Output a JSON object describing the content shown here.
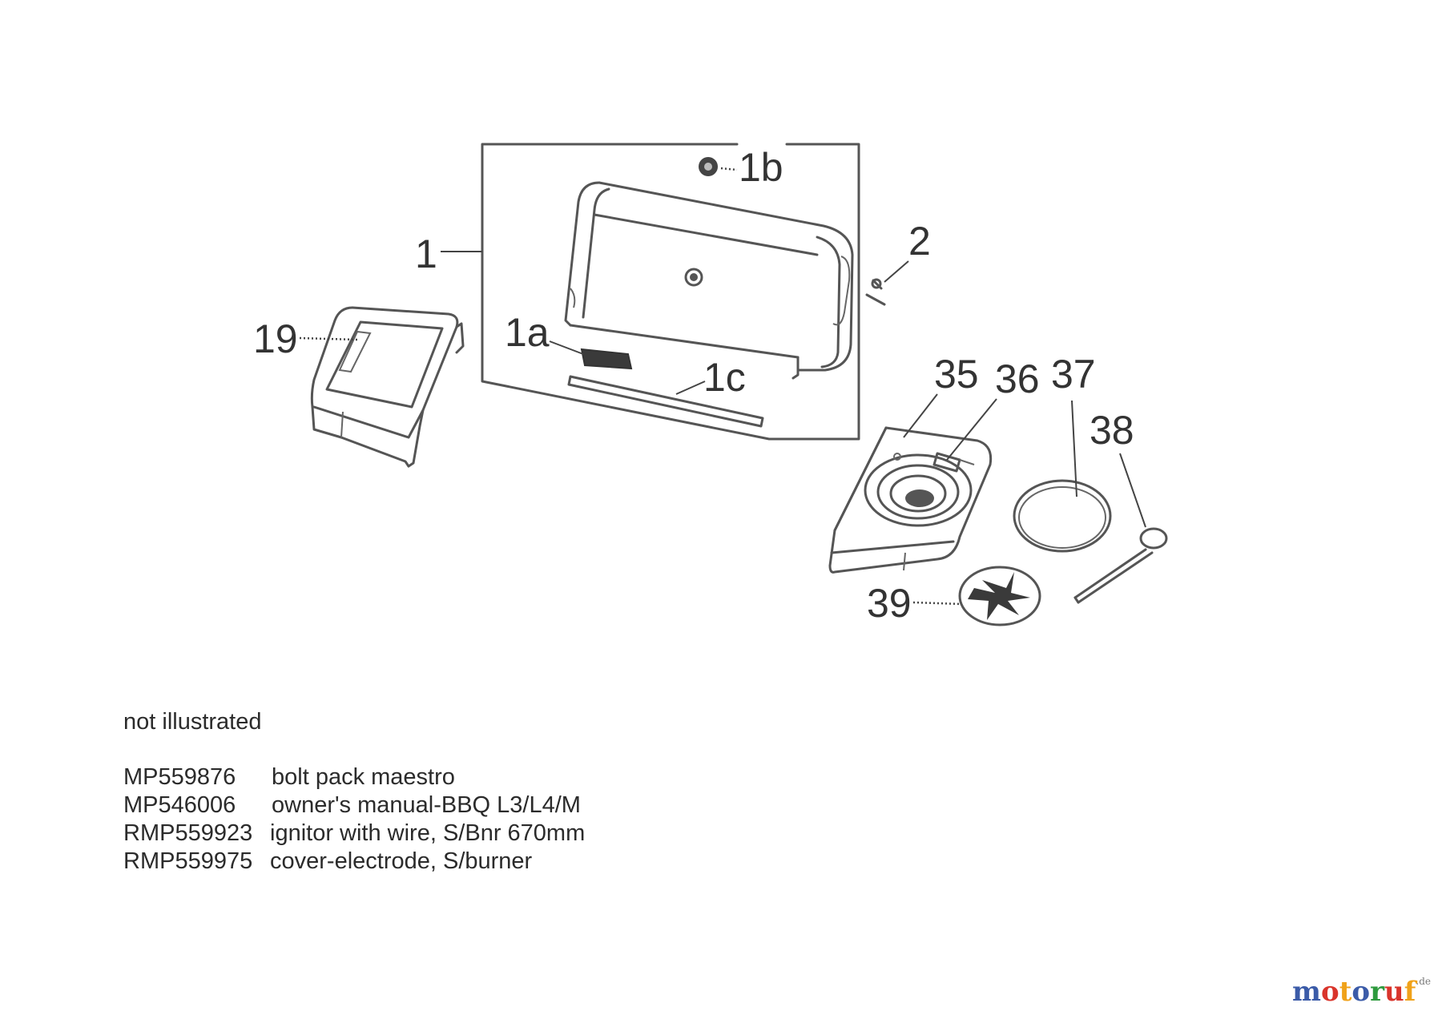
{
  "diagram": {
    "callouts": {
      "c1": "1",
      "c1a": "1a",
      "c1b": "1b",
      "c1c": "1c",
      "c2": "2",
      "c19": "19",
      "c35": "35",
      "c36": "36",
      "c37": "37",
      "c38": "38",
      "c39": "39"
    }
  },
  "notes": {
    "heading": "not illustrated",
    "items": [
      {
        "code": "MP559876",
        "description": "bolt pack maestro"
      },
      {
        "code": "MP546006",
        "description": "owner's manual-BBQ L3/L4/M"
      },
      {
        "code": "RMP559923",
        "description": "ignitor with wire, S/Bnr 670mm"
      },
      {
        "code": "RMP559975",
        "description": "cover-electrode, S/burner"
      }
    ]
  },
  "watermark": {
    "letters": [
      "m",
      "o",
      "t",
      "o",
      "r",
      "u",
      "f"
    ],
    "suffix": ".de",
    "colors": [
      "#3b5ba8",
      "#d9342b",
      "#f0a21a",
      "#3b5ba8",
      "#2e9a3e",
      "#d9342b",
      "#f0a21a"
    ]
  }
}
